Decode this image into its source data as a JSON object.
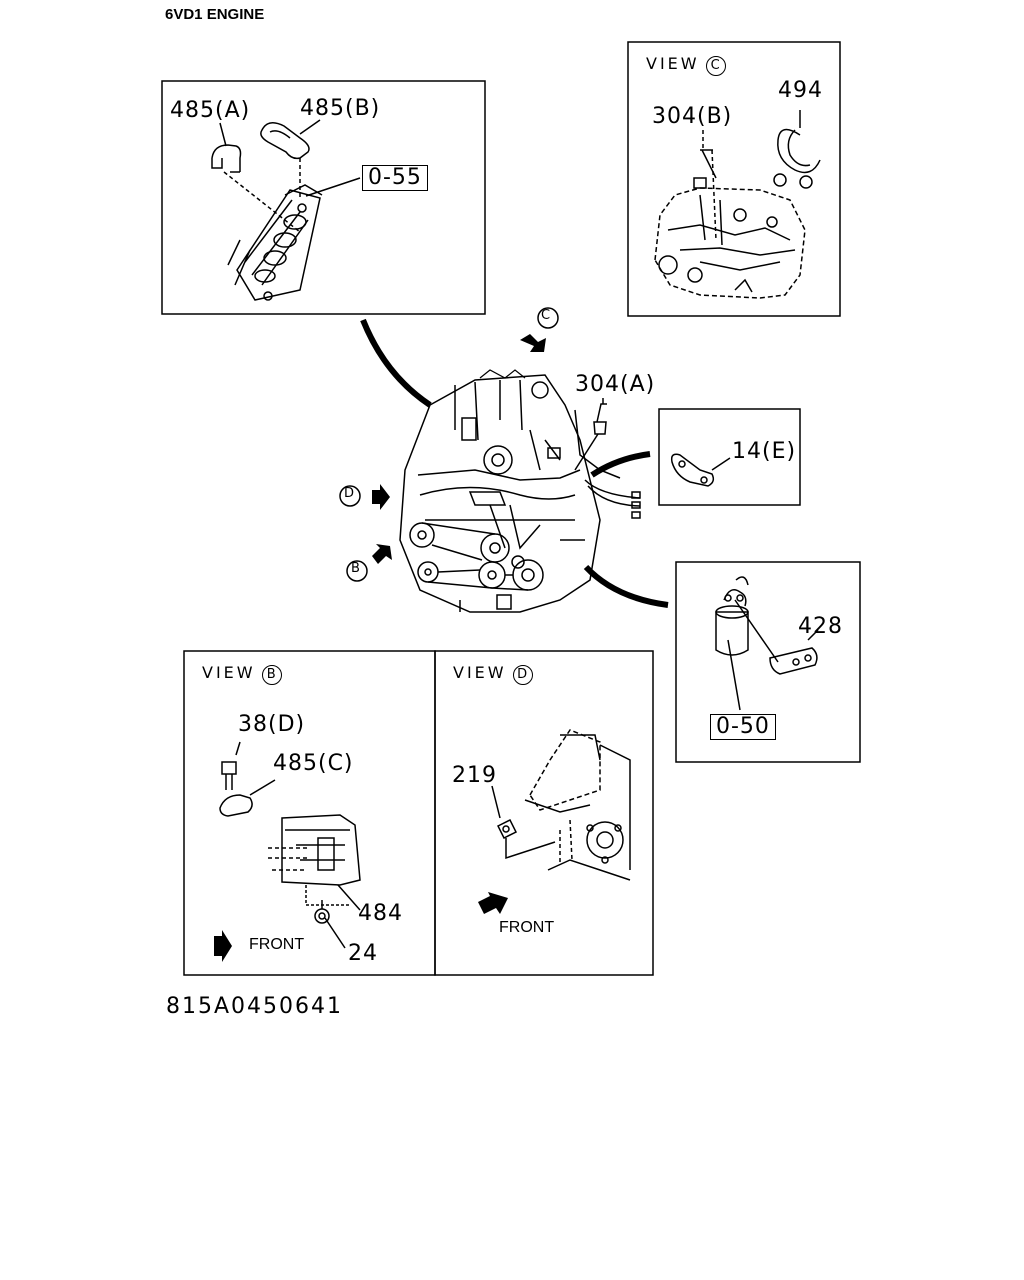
{
  "header": {
    "title": "6VD1 ENGINE"
  },
  "footer": {
    "code": "815A0450641"
  },
  "top_left_panel": {
    "part_a": "485(A)",
    "part_b": "485(B)",
    "ref": "0-55"
  },
  "view_c_panel": {
    "view": "VIEW",
    "letter": "C",
    "part_bolt": "304(B)",
    "part_clip": "494"
  },
  "main": {
    "arrow_c": "C",
    "arrow_d": "D",
    "arrow_b": "B",
    "part_bolt": "304(A)"
  },
  "clamp_panel": {
    "part": "14(E)"
  },
  "sensor_panel": {
    "part": "428",
    "ref": "0-50"
  },
  "view_b_panel": {
    "view": "VIEW",
    "letter": "B",
    "bolt": "38(D)",
    "clamp": "485(C)",
    "bracket": "484",
    "nut": "24",
    "front": "FRONT"
  },
  "view_d_panel": {
    "view": "VIEW",
    "letter": "D",
    "nut": "219",
    "front": "FRONT"
  },
  "colors": {
    "line": "#000000",
    "background": "#ffffff"
  },
  "icons": [
    "arrow-icon",
    "circled-letter-icon",
    "front-arrow-icon"
  ]
}
